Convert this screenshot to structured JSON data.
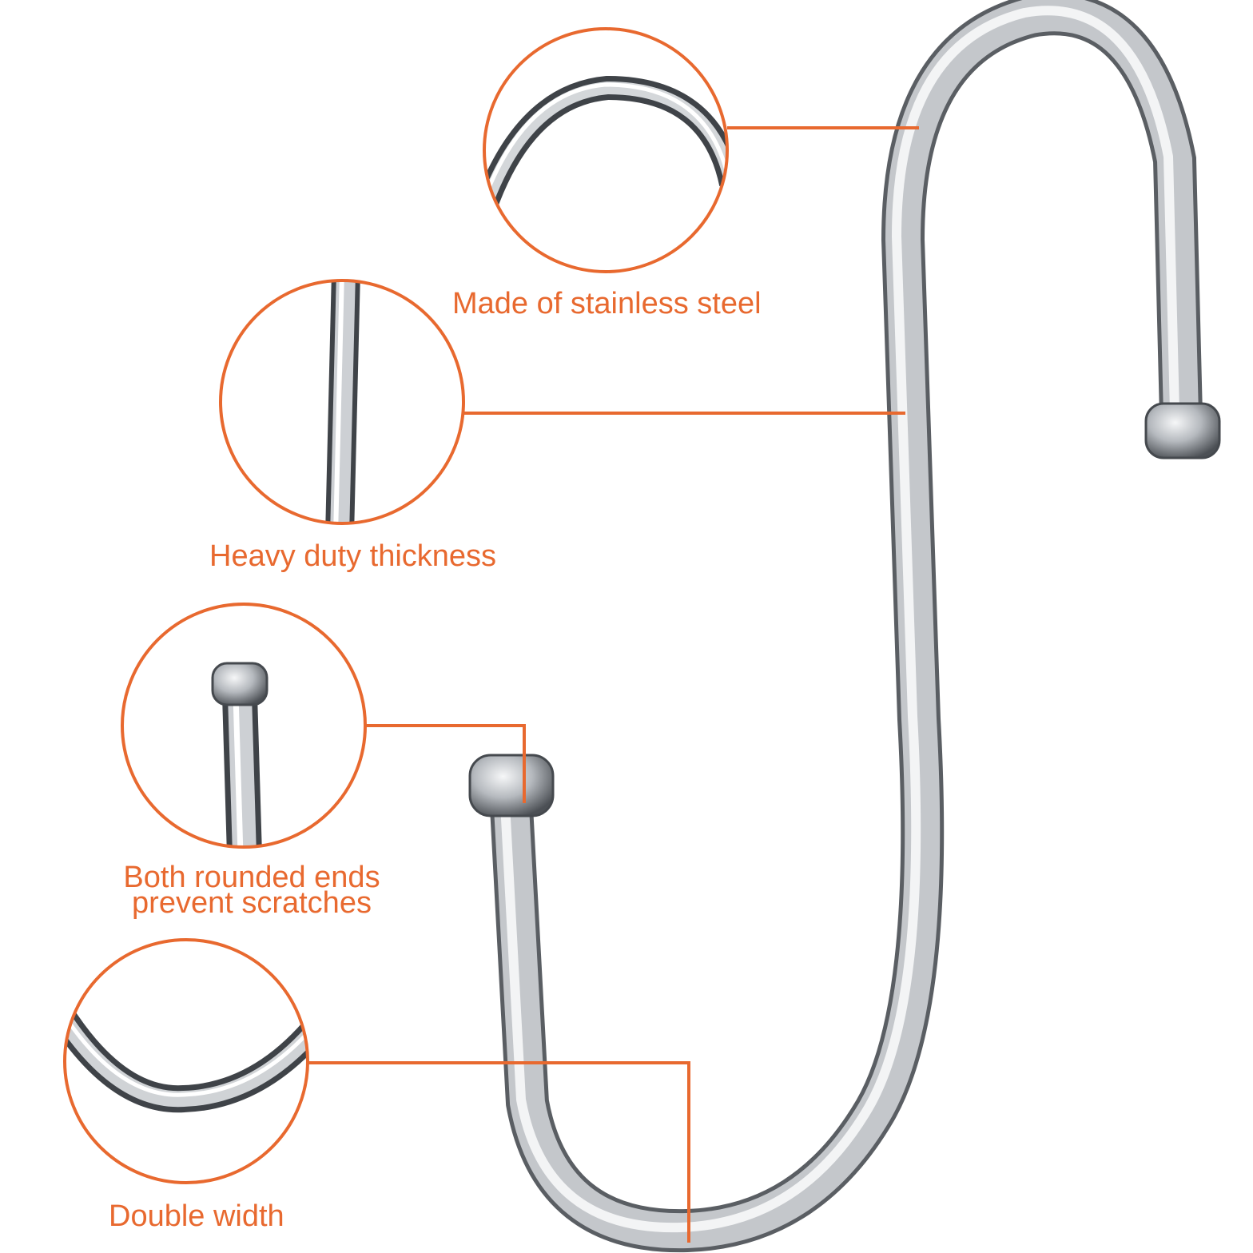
{
  "colors": {
    "accent": "#e8692f",
    "background": "#ffffff",
    "steel": "#b8bcc2"
  },
  "callouts": {
    "material": "Made of stainless steel",
    "thickness": "Heavy duty thickness",
    "ends_line1": "Both rounded ends",
    "ends_line2": "prevent scratches",
    "width": "Double width"
  }
}
